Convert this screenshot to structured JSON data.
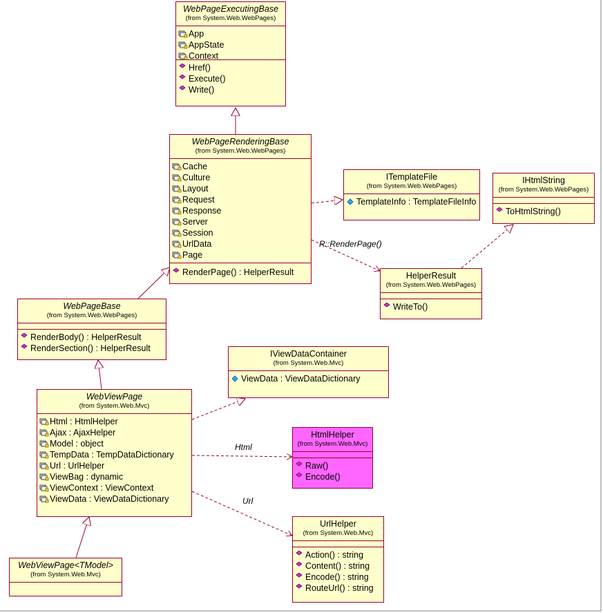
{
  "classes": {
    "wpeb": {
      "name": "WebPageExecutingBase",
      "package": "(from System.Web.WebPages)",
      "attributes": [
        "App",
        "AppState",
        "Context"
      ],
      "operations": [
        "Href()",
        "Execute()",
        "Write()"
      ]
    },
    "wprb": {
      "name": "WebPageRenderingBase",
      "package": "(from System.Web.WebPages)",
      "attributes": [
        "Cache",
        "Culture",
        "Layout",
        "Request",
        "Response",
        "Server",
        "Session",
        "UrlData",
        "Page"
      ],
      "operations": [
        "RenderPage() : HelperResult"
      ]
    },
    "itf": {
      "name": "ITemplateFile",
      "package": "(from System.Web.WebPages)",
      "attributes": [
        "TemplateInfo : TemplateFileInfo"
      ]
    },
    "ihs": {
      "name": "IHtmlString",
      "package": "(from System.Web.WebPages)",
      "operations": [
        "ToHtmlString()"
      ]
    },
    "hr": {
      "name": "HelperResult",
      "package": "(from System.Web.WebPages)",
      "operations": [
        "WriteTo()"
      ]
    },
    "wpb": {
      "name": "WebPageBase",
      "package": "(from System.Web.WebPages)",
      "operations": [
        "RenderBody() : HelperResult",
        "RenderSection() : HelperResult"
      ]
    },
    "ivdc": {
      "name": "IViewDataContainer",
      "package": "(from System.Web.Mvc)",
      "attributes": [
        "ViewData : ViewDataDictionary"
      ]
    },
    "wvp": {
      "name": "WebViewPage",
      "package": "(from System.Web.Mvc)",
      "attributes": [
        "Html : HtmlHelper",
        "Ajax : AjaxHelper",
        "Model : object",
        "TempData : TempDataDictionary",
        "Url : UrlHelper",
        "ViewBag : dynamic",
        "ViewContext : ViewContext",
        "ViewData : ViewDataDictionary"
      ]
    },
    "hh": {
      "name": "HtmlHelper",
      "package": "(from System.Web.Mvc)",
      "operations": [
        "Raw()",
        "Encode()"
      ]
    },
    "uh": {
      "name": "UrlHelper",
      "package": "(from System.Web.Mvc)",
      "operations": [
        "Action() : string",
        "Content() : string",
        "Encode() : string",
        "RouteUrl() : string"
      ]
    },
    "wvpt": {
      "name": "WebViewPage<TModel>",
      "package": "(from System.Web.Mvc)"
    }
  },
  "links": {
    "render_page": "R::RenderPage()",
    "html": "Html",
    "url": "Url"
  },
  "colors": {
    "class_fill": "#ffffcc",
    "highlight_fill": "#ff66ff",
    "border": "#990033",
    "operation_icon": "#cc33cc",
    "interface_attr_icon": "#33aaff"
  }
}
